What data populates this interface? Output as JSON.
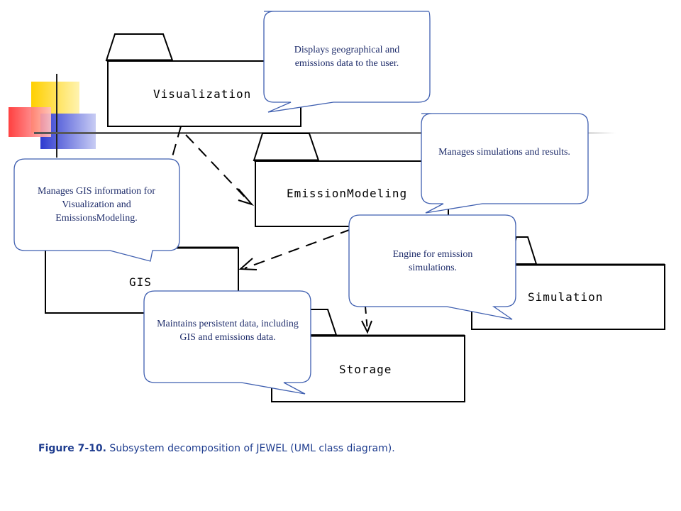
{
  "packages": {
    "visualization": "Visualization",
    "emission_modeling": "EmissionModeling",
    "gis": "GIS",
    "simulation": "Simulation",
    "storage": "Storage"
  },
  "callouts": {
    "visualization": "Displays geographical and emissions data to the user.",
    "emission_modeling": "Manages simulations and results.",
    "gis": "Manages GIS information for Visualization and EmissionsModeling.",
    "simulation": "Engine for emission simulations.",
    "storage": "Maintains persistent data, including GIS and emissions data."
  },
  "caption": {
    "label": "Figure 7-10.",
    "text": " Subsystem decomposition of JEWEL (UML class diagram)."
  },
  "colors": {
    "callout_border": "#3f5fb0",
    "caption_text": "#1f3d8f",
    "deco_yellow": "#ffd000",
    "deco_red": "#ff3030",
    "deco_blue": "#2d3ad0"
  }
}
